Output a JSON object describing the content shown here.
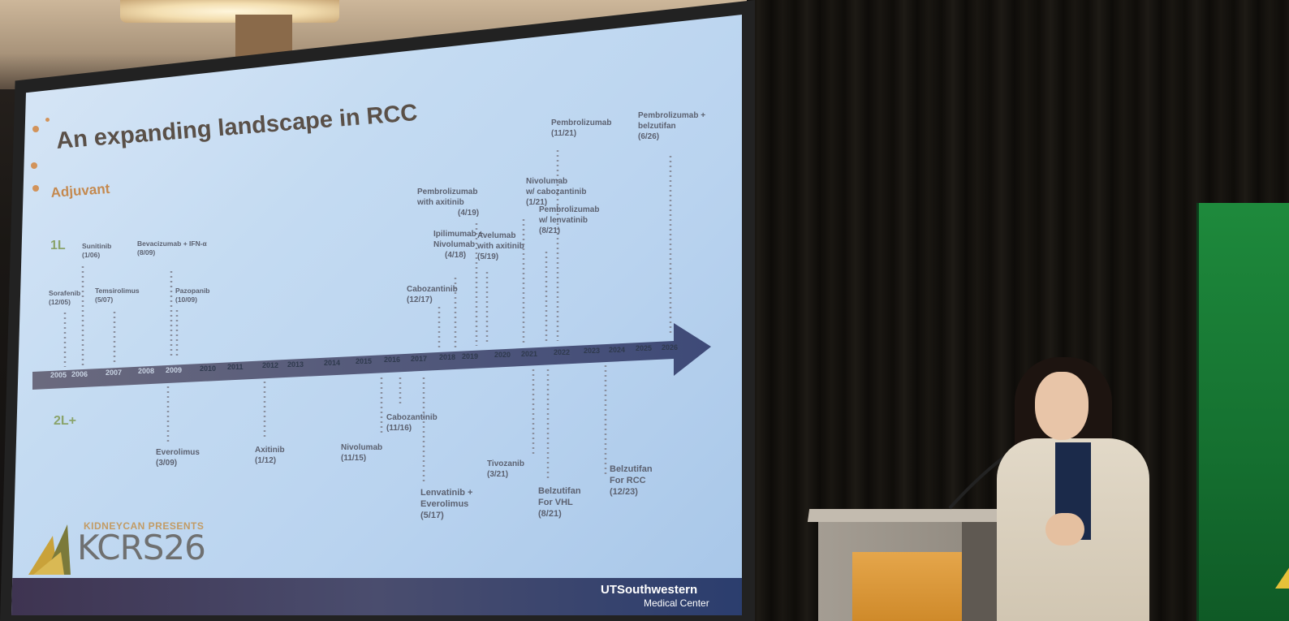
{
  "slide": {
    "title": "An expanding landscape in RCC",
    "subtitle": "Adjuvant",
    "row_1l": "1L",
    "row_2l": "2L+",
    "years": [
      "2005",
      "2006",
      "2007",
      "2008",
      "2009",
      "2010",
      "2011",
      "2012",
      "2013",
      "2014",
      "2015",
      "2016",
      "2017",
      "2018",
      "2019",
      "2020",
      "2021",
      "2022",
      "2023",
      "2024",
      "2025",
      "2026"
    ],
    "adjuvant": [
      {
        "name": "Pembrolizumab",
        "date": "(11/21)"
      },
      {
        "name": "Pembrolizumab +",
        "name2": "belzutifan",
        "date": "(6/26)"
      }
    ],
    "first_line": [
      {
        "name": "Sorafenib",
        "date": "(12/05)"
      },
      {
        "name": "Sunitinib",
        "date": "(1/06)"
      },
      {
        "name": "Temsirolimus",
        "date": "(5/07)"
      },
      {
        "name": "Bevacizumab + IFN-α",
        "date": "(8/09)"
      },
      {
        "name": "Pazopanib",
        "date": "(10/09)"
      },
      {
        "name": "Cabozantinib",
        "date": "(12/17)"
      },
      {
        "name": "Pembrolizumab",
        "name2": "with axitinib",
        "date": "(4/19)"
      },
      {
        "name": "Ipilimumab +",
        "name2": "Nivolumab",
        "date": "(4/18)"
      },
      {
        "name": "Avelumab",
        "name2": "with axitinib",
        "date": "(5/19)"
      },
      {
        "name": "Nivolumab",
        "name2": "w/ cabozantinib",
        "date": "(1/21)"
      },
      {
        "name": "Pembrolizumab",
        "name2": "w/ lenvatinib",
        "date": "(8/21)"
      }
    ],
    "second_line": [
      {
        "name": "Everolimus",
        "date": "(3/09)"
      },
      {
        "name": "Axitinib",
        "date": "(1/12)"
      },
      {
        "name": "Nivolumab",
        "date": "(11/15)"
      },
      {
        "name": "Cabozantinib",
        "date": "(11/16)"
      },
      {
        "name": "Lenvatinib +",
        "name2": "Everolimus",
        "date": "(5/17)"
      },
      {
        "name": "Tivozanib",
        "date": "(3/21)"
      },
      {
        "name": "Belzutifan",
        "name2": "For VHL",
        "date": "(8/21)"
      },
      {
        "name": "Belzutifan",
        "name2": "For RCC",
        "date": "(12/23)"
      }
    ],
    "logo_pre": "KIDNEYCAN PRESENTS",
    "logo": "KCRS26",
    "institution": "UTSouthwestern",
    "institution_sub": "Medical Center"
  },
  "colors": {
    "screen_bg": "#c4dbf2",
    "title": "#5a5048",
    "subtitle": "#c4894f",
    "arrow": "#4a4a60",
    "banner": "#1e8a3c",
    "podium_panel": "#e5a64b"
  }
}
